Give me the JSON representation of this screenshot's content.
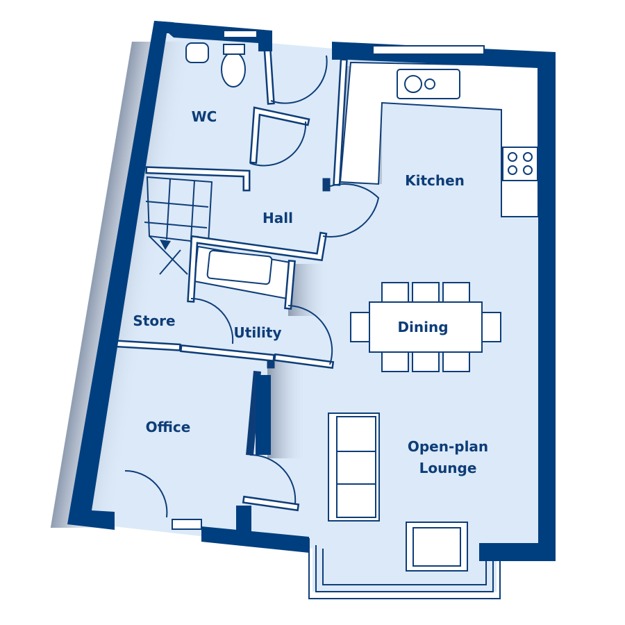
{
  "rooms": {
    "wc": "WC",
    "hall": "Hall",
    "kitchen": "Kitchen",
    "store": "Store",
    "utility": "Utility",
    "dining": "Dining",
    "office": "Office",
    "lounge_line1": "Open-plan",
    "lounge_line2": "Lounge"
  },
  "colors": {
    "wall": "#003f7f",
    "floor": "#dce9f8",
    "line": "#0d3d78"
  }
}
